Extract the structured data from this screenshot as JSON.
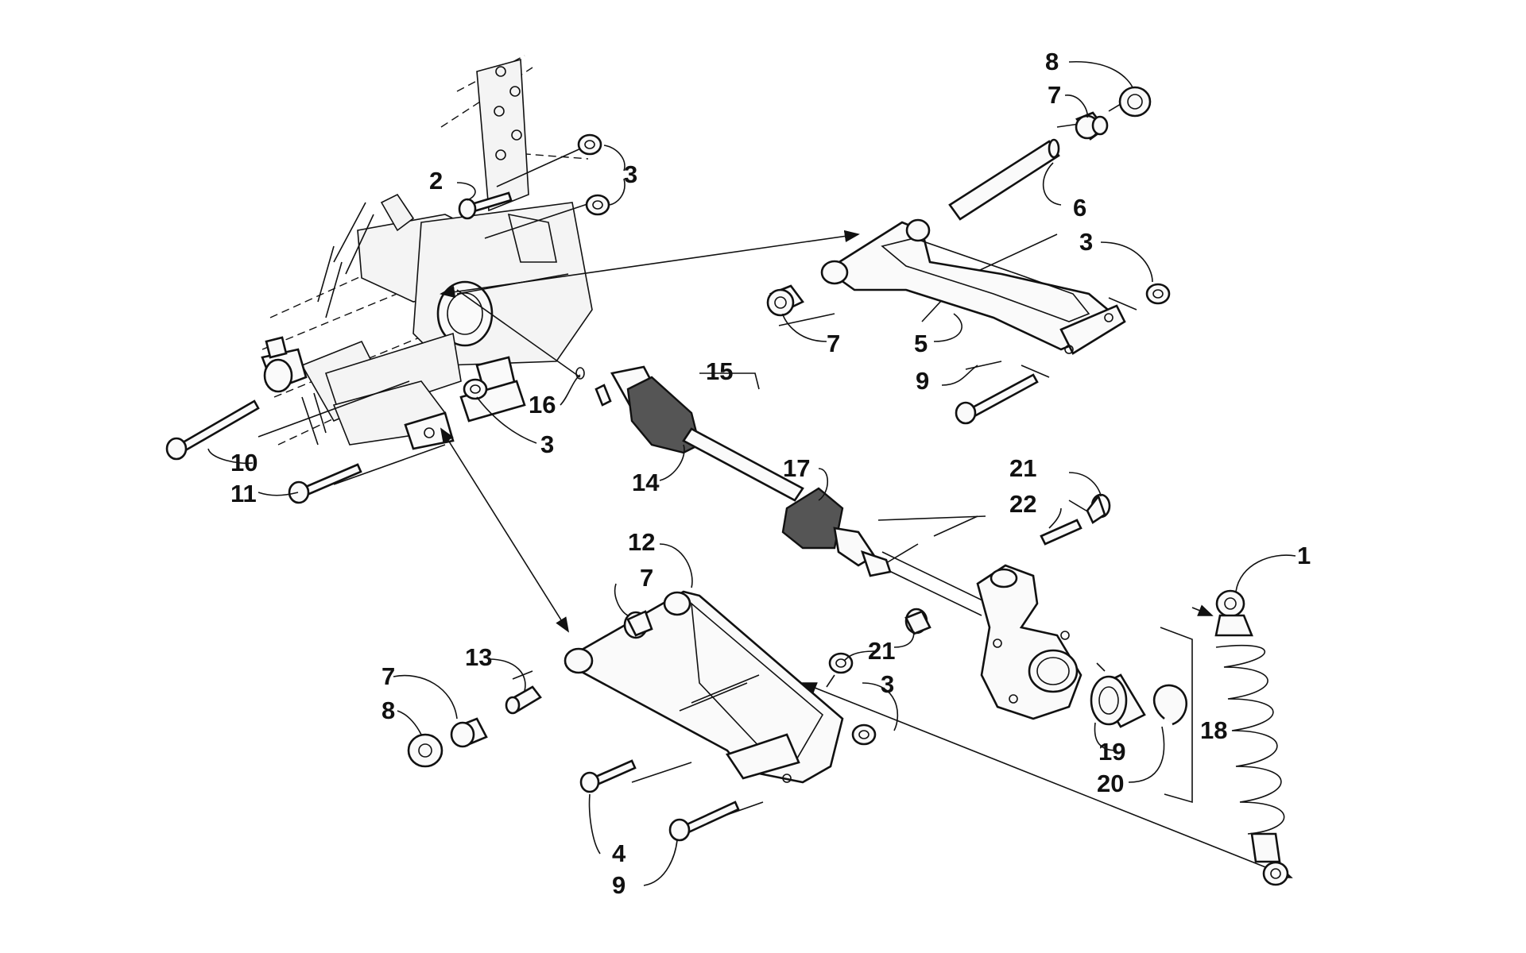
{
  "diagram": {
    "callouts": [
      {
        "id": "c-8-top",
        "label": "8"
      },
      {
        "id": "c-7-top",
        "label": "7"
      },
      {
        "id": "c-2",
        "label": "2"
      },
      {
        "id": "c-3-frame-top",
        "label": "3"
      },
      {
        "id": "c-6",
        "label": "6"
      },
      {
        "id": "c-3-upper-arm",
        "label": "3"
      },
      {
        "id": "c-7-upper-arm",
        "label": "7"
      },
      {
        "id": "c-5",
        "label": "5"
      },
      {
        "id": "c-9-upper",
        "label": "9"
      },
      {
        "id": "c-15",
        "label": "15"
      },
      {
        "id": "c-16",
        "label": "16"
      },
      {
        "id": "c-3-frame-low",
        "label": "3"
      },
      {
        "id": "c-10",
        "label": "10"
      },
      {
        "id": "c-11",
        "label": "11"
      },
      {
        "id": "c-14",
        "label": "14"
      },
      {
        "id": "c-17",
        "label": "17"
      },
      {
        "id": "c-21-top",
        "label": "21"
      },
      {
        "id": "c-22",
        "label": "22"
      },
      {
        "id": "c-1",
        "label": "1"
      },
      {
        "id": "c-12",
        "label": "12"
      },
      {
        "id": "c-7-lower-arm",
        "label": "7"
      },
      {
        "id": "c-13",
        "label": "13"
      },
      {
        "id": "c-7-lower-left",
        "label": "7"
      },
      {
        "id": "c-8-lower-left",
        "label": "8"
      },
      {
        "id": "c-3-lower-arm",
        "label": "3"
      },
      {
        "id": "c-21-knuckle",
        "label": "21"
      },
      {
        "id": "c-18",
        "label": "18"
      },
      {
        "id": "c-19",
        "label": "19"
      },
      {
        "id": "c-20",
        "label": "20"
      },
      {
        "id": "c-4",
        "label": "4"
      },
      {
        "id": "c-9-lower",
        "label": "9"
      }
    ]
  }
}
